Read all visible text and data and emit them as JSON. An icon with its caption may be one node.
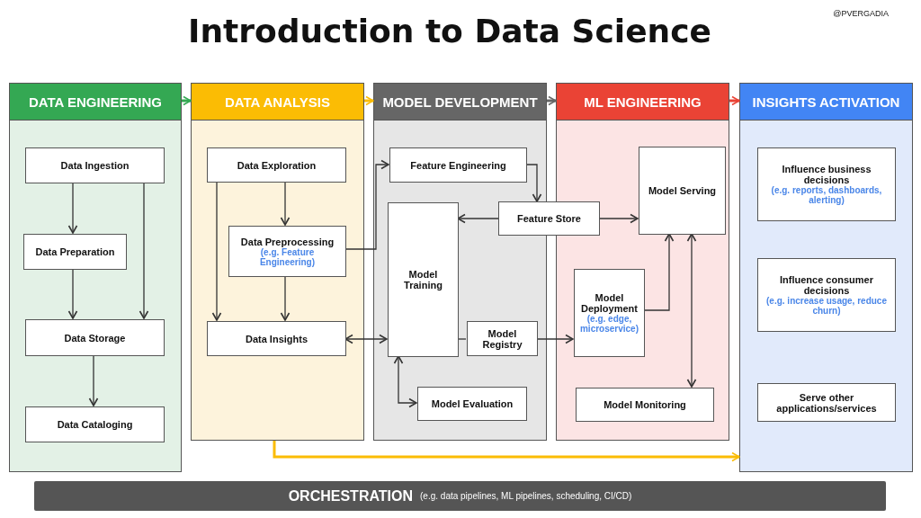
{
  "diagram": {
    "title": "Introduction to Data Science",
    "nodes": [
      {
        "text": [
          "DATA ENGINEERING"
        ]
      },
      {
        "text": [
          "Data Ingestion"
        ],
        "in": 0
      },
      {
        "text": [
          "Data Preparation"
        ],
        "in": 0
      },
      {
        "text": [
          "Data Storage"
        ],
        "in": 0
      },
      {
        "text": [
          "Data Cataloging"
        ],
        "in": 0
      },
      {
        "text": [
          "DATA ANALYSIS"
        ]
      },
      {
        "text": [
          "Data Exploration"
        ],
        "in": 5
      },
      {
        "text": [
          "Data Preprocessing",
          "(e.g. Feature Engineering)"
        ],
        "in": 5
      },
      {
        "text": [
          "Data Insights"
        ],
        "in": 5
      },
      {
        "text": [
          "MODEL DEVELOPMENT"
        ]
      },
      {
        "text": [
          "Feature Engineering"
        ],
        "in": 9
      },
      {
        "text": [
          "Feature Store"
        ]
      },
      {
        "text": [
          "Model Training"
        ],
        "in": 9
      },
      {
        "text": [
          "Model Registry"
        ],
        "in": 9
      },
      {
        "text": [
          "Model Evaluation"
        ],
        "in": 9
      },
      {
        "text": [
          "ML ENGINEERING"
        ]
      },
      {
        "text": [
          "Model Serving"
        ],
        "in": 15
      },
      {
        "text": [
          "Model Deployment",
          "(e.g. edge, microservice)"
        ],
        "in": 15
      },
      {
        "text": [
          "Model Monitoring"
        ],
        "in": 15
      },
      {
        "text": [
          "INSIGHTS ACTIVATION"
        ]
      },
      {
        "text": [
          "Influence business decisions",
          "(e.g. reports, dashboards, alerting)"
        ],
        "in": 19
      },
      {
        "text": [
          "Influence consumer decisions",
          "(e.g. increase usage, reduce churn)"
        ],
        "in": 19
      },
      {
        "text": [
          "Serve other applications/services"
        ],
        "in": 19
      },
      {
        "text": [
          "ORCHESTRATION",
          "(e.g. data pipelines, ML pipelines, scheduling, CI/CD)"
        ]
      }
    ],
    "edges": [
      {
        "from": 0,
        "to": 5,
        "arrow": "to",
        "style": "thick",
        "color": "#34a853"
      },
      {
        "from": 5,
        "to": 9,
        "arrow": "to",
        "style": "thick",
        "color": "#fbbc04"
      },
      {
        "from": 9,
        "to": 15,
        "arrow": "to",
        "style": "thick",
        "color": "#666666"
      },
      {
        "from": 15,
        "to": 19,
        "arrow": "to",
        "style": "thick",
        "color": "#ea4335"
      },
      {
        "from": 1,
        "to": 2,
        "arrow": "to"
      },
      {
        "from": 1,
        "to": 3,
        "arrow": "to"
      },
      {
        "from": 2,
        "to": 3,
        "arrow": "to"
      },
      {
        "from": 3,
        "to": 4,
        "arrow": "to"
      },
      {
        "from": 6,
        "to": 7,
        "arrow": "to"
      },
      {
        "from": 6,
        "to": 8,
        "arrow": "to"
      },
      {
        "from": 7,
        "to": 8,
        "arrow": "to"
      },
      {
        "from": 7,
        "to": 10,
        "arrow": "to"
      },
      {
        "from": 10,
        "to": 11,
        "arrow": "to"
      },
      {
        "from": 11,
        "to": 12,
        "arrow": "to"
      },
      {
        "from": 11,
        "to": 16,
        "arrow": "to"
      },
      {
        "from": 8,
        "to": 12,
        "arrow": "both"
      },
      {
        "from": 12,
        "to": 13,
        "arrow": "none"
      },
      {
        "from": 13,
        "to": 17,
        "arrow": "to"
      },
      {
        "from": 12,
        "to": 14,
        "arrow": "both"
      },
      {
        "from": 17,
        "to": 16,
        "arrow": "to"
      },
      {
        "from": 16,
        "to": 18,
        "arrow": "both"
      },
      {
        "from": 5,
        "to": 19,
        "arrow": "to",
        "style": "thick",
        "color": "#fbbc04"
      }
    ],
    "labels": [
      "@PVERGADIA"
    ]
  }
}
